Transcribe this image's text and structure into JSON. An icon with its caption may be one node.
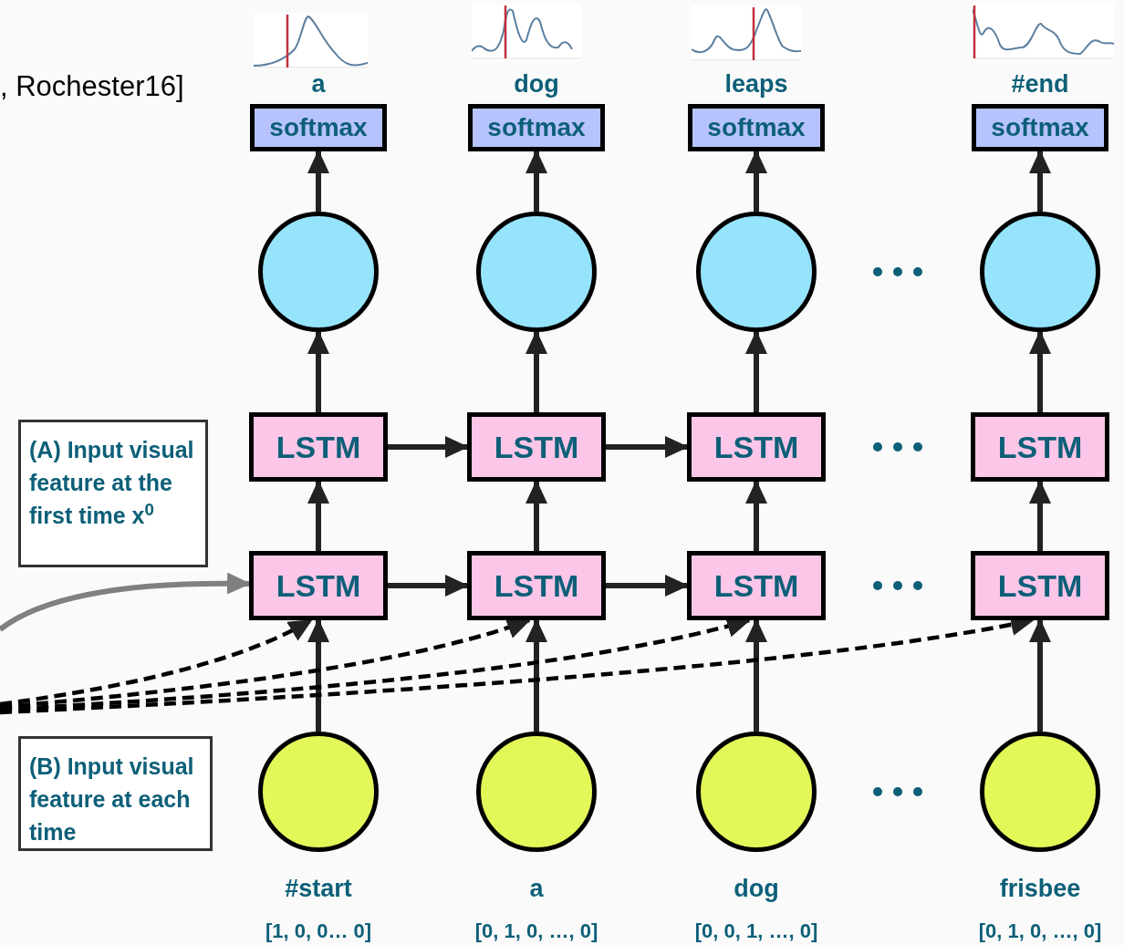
{
  "diagram": {
    "nodes": [
      {
        "text": [
          "softmax"
        ],
        "beside": [
          "a"
        ]
      },
      {
        "text": [
          "softmax"
        ],
        "beside": [
          "dog"
        ]
      },
      {
        "text": [
          "softmax"
        ],
        "beside": [
          "leaps"
        ]
      },
      {
        "text": [
          "softmax"
        ],
        "beside": [
          "#end"
        ]
      },
      {
        "text": [],
        "shape": "circle"
      },
      {
        "text": [],
        "shape": "circle"
      },
      {
        "text": [],
        "shape": "circle"
      },
      {
        "text": [],
        "shape": "circle"
      },
      {
        "text": [
          "LSTM"
        ]
      },
      {
        "text": [
          "LSTM"
        ]
      },
      {
        "text": [
          "LSTM"
        ]
      },
      {
        "text": [
          "LSTM"
        ]
      },
      {
        "text": [
          "LSTM"
        ]
      },
      {
        "text": [
          "LSTM"
        ]
      },
      {
        "text": [
          "LSTM"
        ]
      },
      {
        "text": [
          "LSTM"
        ]
      },
      {
        "text": [],
        "shape": "circle",
        "beside": [
          "#start",
          "[1, 0, 0… 0]"
        ]
      },
      {
        "text": [],
        "shape": "circle",
        "beside": [
          "a",
          "[0, 1, 0, …, 0]"
        ]
      },
      {
        "text": [],
        "shape": "circle",
        "beside": [
          "dog",
          "[0, 0, 1, …, 0]"
        ]
      },
      {
        "text": [],
        "shape": "circle",
        "beside": [
          "frisbee",
          "[0, 1, 0, …, 0]"
        ]
      },
      {
        "text": [
          "(A) Input visual feature at the first time x$^{0}$"
        ]
      },
      {
        "text": [
          "(B) Input visual feature at each time"
        ]
      }
    ],
    "edges": [
      {
        "from": 4,
        "to": 0,
        "arrow": "to"
      },
      {
        "from": 5,
        "to": 1,
        "arrow": "to"
      },
      {
        "from": 6,
        "to": 2,
        "arrow": "to"
      },
      {
        "from": 7,
        "to": 3,
        "arrow": "to"
      },
      {
        "from": 8,
        "to": 4,
        "arrow": "to"
      },
      {
        "from": 9,
        "to": 5,
        "arrow": "to"
      },
      {
        "from": 10,
        "to": 6,
        "arrow": "to"
      },
      {
        "from": 11,
        "to": 7,
        "arrow": "to"
      },
      {
        "from": 12,
        "to": 8,
        "arrow": "to"
      },
      {
        "from": 13,
        "to": 9,
        "arrow": "to"
      },
      {
        "from": 14,
        "to": 10,
        "arrow": "to"
      },
      {
        "from": 15,
        "to": 11,
        "arrow": "to"
      },
      {
        "from": 16,
        "to": 12,
        "arrow": "to"
      },
      {
        "from": 17,
        "to": 13,
        "arrow": "to"
      },
      {
        "from": 18,
        "to": 14,
        "arrow": "to"
      },
      {
        "from": 19,
        "to": 15,
        "arrow": "to"
      },
      {
        "from": 8,
        "to": 9,
        "arrow": "to"
      },
      {
        "from": 9,
        "to": 10,
        "arrow": "to"
      },
      {
        "from": 12,
        "to": 13,
        "arrow": "to"
      },
      {
        "from": 13,
        "to": 14,
        "arrow": "to"
      },
      {
        "from": null,
        "to": 12,
        "arrow": "to",
        "color": "#808080"
      },
      {
        "from": null,
        "to": 12,
        "arrow": "to",
        "style": "dashed"
      },
      {
        "from": null,
        "to": 13,
        "arrow": "to",
        "style": "dashed"
      },
      {
        "from": null,
        "to": 14,
        "arrow": "to",
        "style": "dashed"
      },
      {
        "from": null,
        "to": 15,
        "arrow": "to",
        "style": "dashed"
      }
    ],
    "labels": [
      ", Rochester16]"
    ]
  }
}
